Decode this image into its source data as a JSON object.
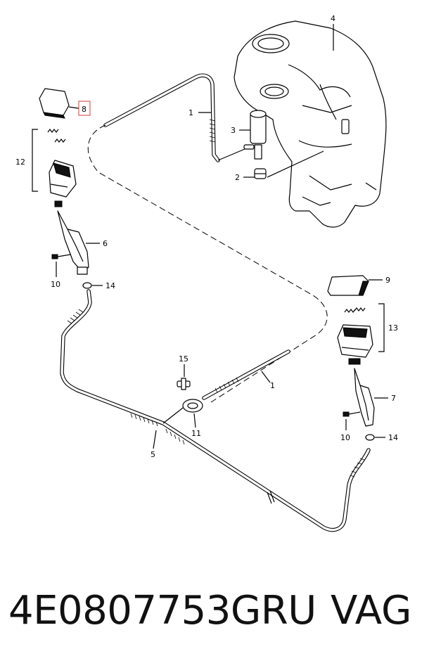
{
  "callouts": {
    "c1_top": "1",
    "c1_mid": "1",
    "c2": "2",
    "c3": "3",
    "c4": "4",
    "c5": "5",
    "c6": "6",
    "c7": "7",
    "c8": "8",
    "c9": "9",
    "c10_left": "10",
    "c10_right": "10",
    "c11": "11",
    "c12": "12",
    "c13": "13",
    "c14_left": "14",
    "c14_right": "14",
    "c15": "15"
  },
  "highlight_color": "#e05a5a",
  "footer": {
    "part_number": "4E0807753GRU",
    "brand": "VAG"
  }
}
